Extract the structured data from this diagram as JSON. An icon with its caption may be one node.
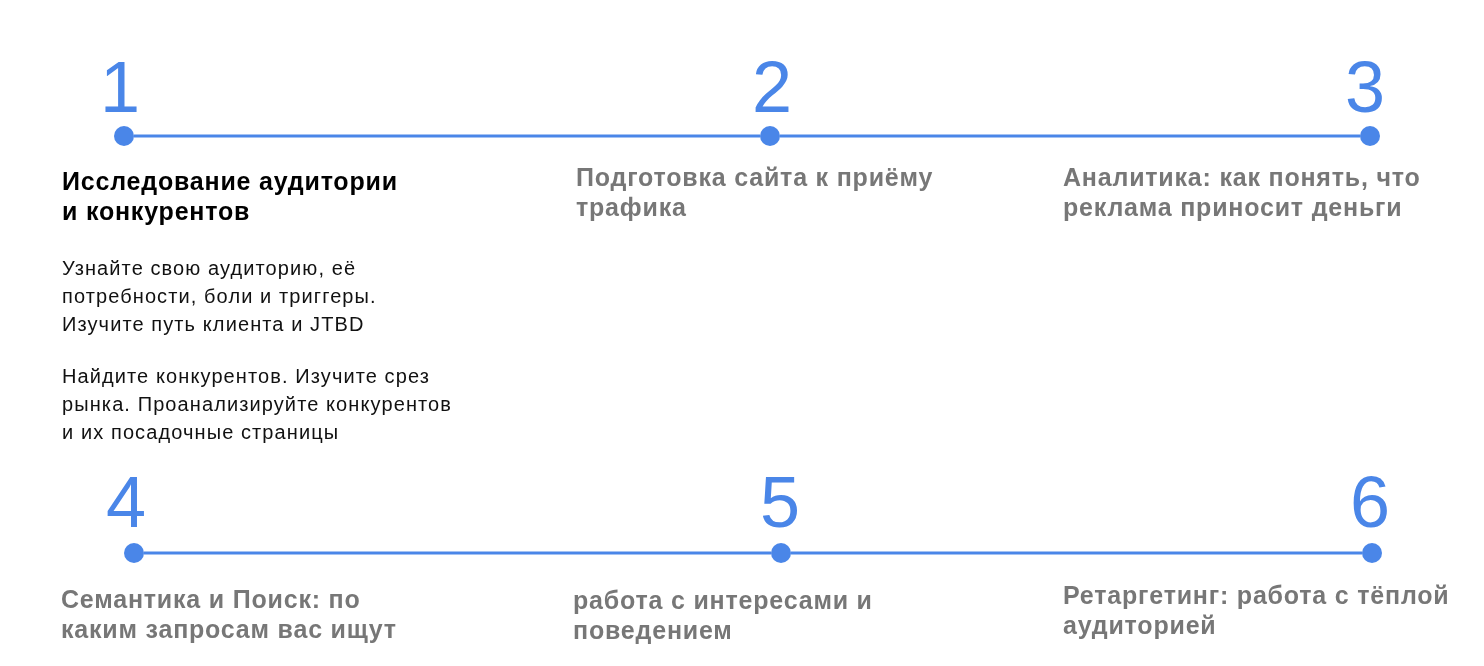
{
  "diagram": {
    "nodes": [
      {
        "text": [],
        "shape": "circle",
        "beside": [
          "1",
          "Исследование аудитории и конкурентов",
          "Узнайте свою аудиторию, её потребности, боли и триггеры. Изучите путь клиента и JTBD",
          "Найдите конкурентов. Изучите срез рынка. Проанализируйте конкурентов и их посадочные страницы"
        ]
      },
      {
        "text": [],
        "shape": "circle",
        "beside": [
          "2",
          "Подготовка сайта к приёму трафика"
        ]
      },
      {
        "text": [],
        "shape": "circle",
        "beside": [
          "3",
          "Аналитика: как понять, что реклама приносит деньги"
        ]
      },
      {
        "text": [],
        "shape": "circle",
        "beside": [
          "4",
          "Семантика и Поиск: по каким запросам вас ищут"
        ]
      },
      {
        "text": [],
        "shape": "circle",
        "beside": [
          "5",
          "работа с интересами и поведением"
        ]
      },
      {
        "text": [],
        "shape": "circle",
        "beside": [
          "6",
          "Ретаргетинг: работа с тёплой аудиторией"
        ]
      }
    ],
    "edges": [
      {
        "from": 0,
        "to": 1,
        "arrow": "none"
      },
      {
        "from": 1,
        "to": 2,
        "arrow": "none"
      },
      {
        "from": 3,
        "to": 4,
        "arrow": "none"
      },
      {
        "from": 4,
        "to": 5,
        "arrow": "none"
      }
    ]
  }
}
